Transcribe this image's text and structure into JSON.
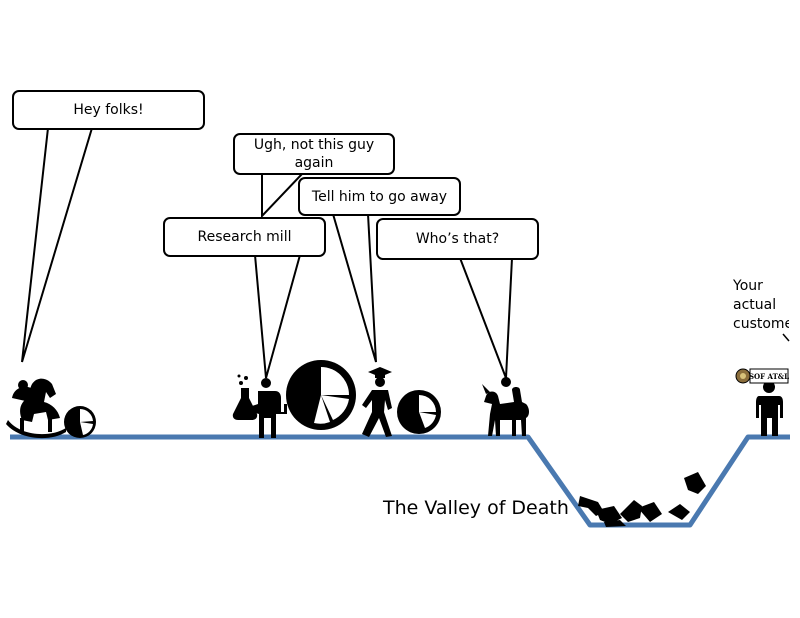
{
  "bubbles": {
    "hey": "Hey folks!",
    "ugh": "Ugh, not this guy again",
    "go_away": "Tell him to go away",
    "research": "Research mill",
    "whos": "Who’s that?"
  },
  "customer_note": "Your\nactual\ncustomer",
  "customer_logo": "SOF AT&L",
  "valley_label": "The Valley of Death",
  "colors": {
    "ground": "#4a79b0",
    "ink": "#000000",
    "background": "#ffffff"
  },
  "icons": [
    "rocking-horse-icon",
    "pie-chart-icon",
    "scientist-icon",
    "flask-icon",
    "graduate-icon",
    "unicorn-rider-icon",
    "customer-person-icon",
    "fallen-horse-icon"
  ]
}
